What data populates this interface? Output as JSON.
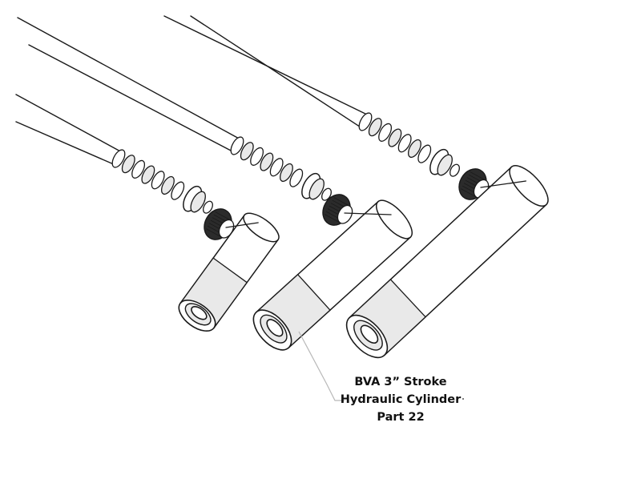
{
  "callout": {
    "line1": "BVA 3” Stroke",
    "line2": "Hydraulic Cylinder",
    "line3": "Part 22"
  },
  "colors": {
    "stroke": "#1a1a1a",
    "fill": "#ffffff",
    "shade": "#e9e9e9",
    "leader": "#b8b8b8"
  },
  "assemblies": [
    {
      "name": "cylinder-assembly-left"
    },
    {
      "name": "cylinder-assembly-middle"
    },
    {
      "name": "cylinder-assembly-right"
    }
  ]
}
